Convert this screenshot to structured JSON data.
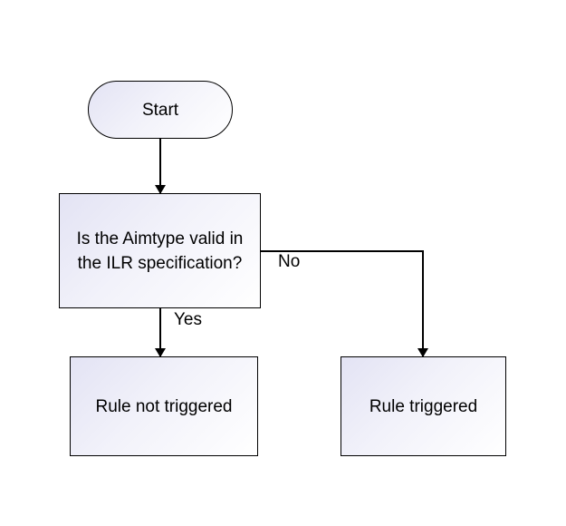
{
  "flowchart": {
    "start": {
      "label": "Start"
    },
    "decision": {
      "line1": "Is the Aimtype valid in",
      "line2": "the ILR specification?"
    },
    "outcome_yes": {
      "label": "Rule not triggered"
    },
    "outcome_no": {
      "label": "Rule triggered"
    },
    "edge_labels": {
      "no": "No",
      "yes": "Yes"
    }
  },
  "colors": {
    "stroke": "#000000",
    "fill_gradient_start": "#e3e3f4",
    "fill_gradient_end": "#ffffff"
  }
}
